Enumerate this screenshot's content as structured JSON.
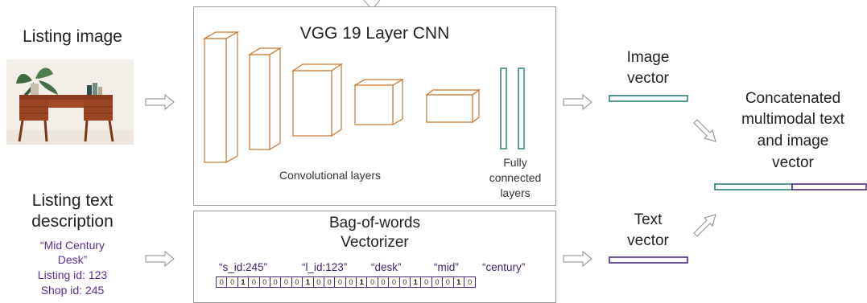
{
  "listing_image": {
    "label": "Listing image"
  },
  "listing_text": {
    "label_line1": "Listing text",
    "label_line2": "description",
    "quote_line1": "“Mid Century",
    "quote_line2": "Desk”",
    "listing_id": "Listing id: 123",
    "shop_id": "Shop id: 245"
  },
  "cnn": {
    "title": "VGG 19 Layer CNN",
    "conv_label": "Convolutional layers",
    "fc_line1": "Fully",
    "fc_line2": "connected",
    "fc_line3": "layers"
  },
  "bow": {
    "title_line1": "Bag-of-words",
    "title_line2": "Vectorizer",
    "tokens": [
      "“s_id:245”",
      "“l_id:123”",
      "“desk”",
      "“mid”",
      "“century”"
    ],
    "vector": [
      "0",
      "0",
      "1",
      "0",
      "0",
      "0",
      "0",
      "0",
      "1",
      "0",
      "0",
      "0",
      "0",
      "1",
      "0",
      "0",
      "0",
      "0",
      "1",
      "0",
      "0",
      "0",
      "1",
      "0"
    ]
  },
  "image_vector": {
    "line1": "Image",
    "line2": "vector"
  },
  "text_vector": {
    "line1": "Text",
    "line2": "vector"
  },
  "concat": {
    "line1": "Concatenated",
    "line2": "multimodal text",
    "line3": "and image",
    "line4": "vector"
  },
  "colors": {
    "orange": "#c8752f",
    "teal": "#2f7f7a",
    "purple": "#4b2a7d"
  }
}
